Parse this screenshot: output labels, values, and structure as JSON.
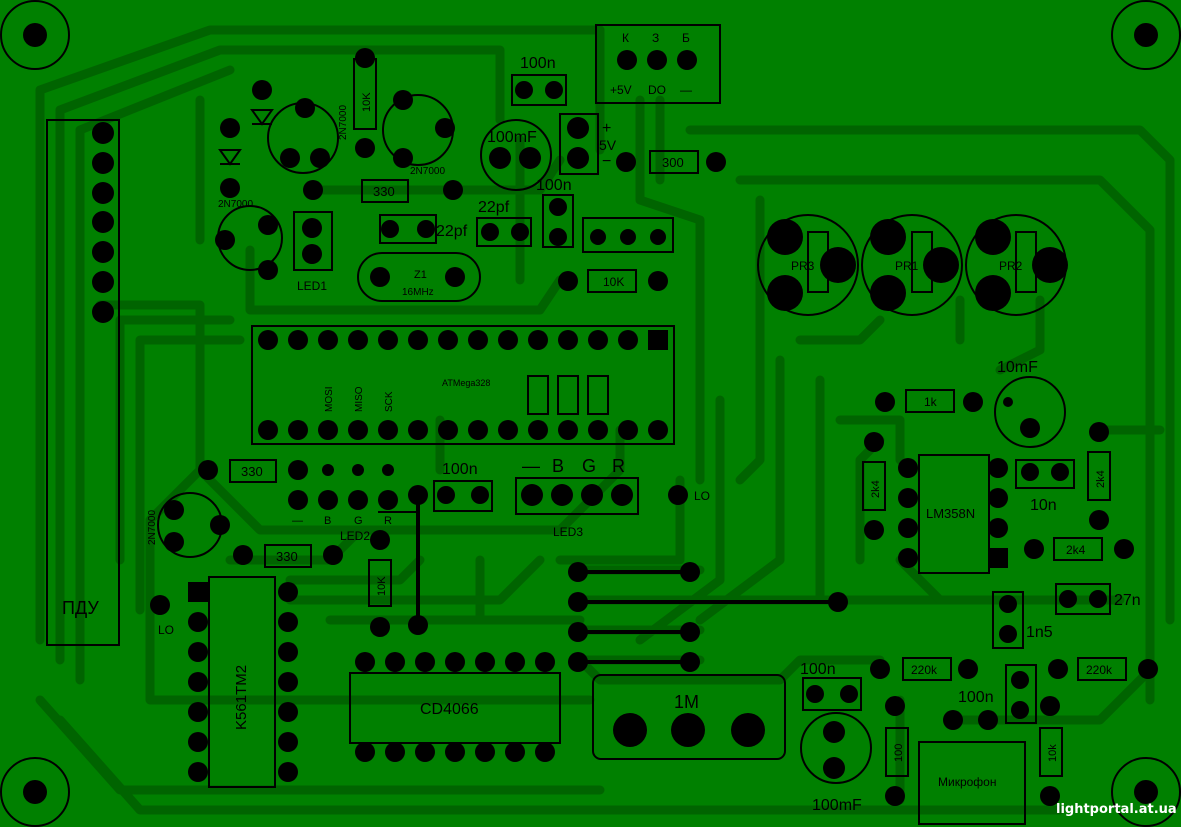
{
  "board": {
    "colors": {
      "background": "#008000",
      "trace": "#006400",
      "pad": "#000000",
      "silk": "#000000"
    }
  },
  "labels": {
    "pdu": "ПДУ",
    "led1": "LED1",
    "led2": "LED2",
    "led3": "LED3",
    "transistor1": "2N7000",
    "transistor2": "2N7000",
    "transistor3": "2N7000",
    "transistor4": "2N7000",
    "res_330_a": "330",
    "res_330_b": "330",
    "res_330_c": "330",
    "res_10k_a": "10K",
    "res_10k_b": "10K",
    "res_10k_c": "10K",
    "res_300": "300",
    "res_1k": "1k",
    "res_2k4_a": "2k4",
    "res_2k4_b": "2k4",
    "res_2k4_c": "2k4",
    "res_220k_a": "220k",
    "res_220k_b": "220k",
    "res_100": "100",
    "res_10k_d": "10k",
    "cap_100n_a": "100n",
    "cap_100n_b": "100n",
    "cap_100n_c": "100n",
    "cap_100n_d": "100n",
    "cap_100n_e": "100n",
    "cap_100mf_a": "100mF",
    "cap_100mf_b": "100mF",
    "cap_22pf_a": "22pf",
    "cap_22pf_b": "22pf",
    "cap_10mf": "10mF",
    "cap_10n": "10n",
    "cap_27n": "27n",
    "cap_1n5": "1n5",
    "crystal_name": "Z1",
    "crystal_freq": "16MHz",
    "mcu": "ATMega328",
    "ic_lm358": "LM358N",
    "ic_cd4066": "CD4066",
    "ic_k561": "K561TM2",
    "pot_1m": "1M",
    "pr1": "PR1",
    "pr2": "PR2",
    "pr3": "PR3",
    "mic": "Микрофон",
    "power_5v": "5V",
    "plus": "+",
    "minus": "−",
    "lo_a": "LO",
    "lo_b": "LO",
    "header_k": "К",
    "header_z": "З",
    "header_b": "Б",
    "header_5v": "+5V",
    "header_do": "DO",
    "header_dash": "—",
    "led3_minus": "—",
    "led3_b": "B",
    "led3_g": "G",
    "led3_r": "R",
    "led2_minus": "—",
    "led2_b": "B",
    "led2_g": "G",
    "led2_r": "R",
    "mosi": "MOSI",
    "miso": "MISO",
    "sck": "SCK",
    "watermark": "lightportal.at.ua"
  }
}
